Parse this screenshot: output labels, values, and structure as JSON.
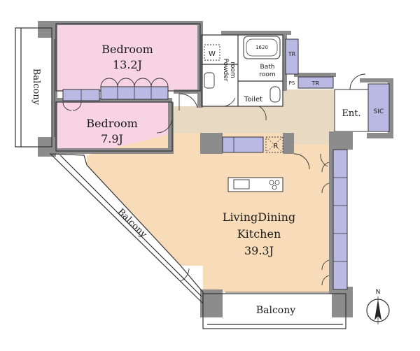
{
  "rooms": {
    "bedroom1": {
      "name": "Bedroom",
      "size": "13.2J"
    },
    "bedroom2": {
      "name": "Bedroom",
      "size": "7.9J"
    },
    "ldk": {
      "line1": "LivingDining",
      "line2": "Kitchen",
      "size": "39.3J"
    },
    "powder": "Powder\nroom",
    "bath": "Bath\nroom",
    "toilet": "Toilet",
    "entrance": "Ent.",
    "sic": "SIC",
    "tr1": "TR",
    "tr2": "TR",
    "ps": "PS",
    "washer": "W",
    "refrigerator": "R",
    "tub": "1620"
  },
  "balconies": {
    "west": "Balcony",
    "diagonal": "Balcony",
    "south": "Balcony"
  },
  "compass": {
    "label": "N"
  },
  "colors": {
    "bedroom": "#f7d3e3",
    "ldk": "#f8dcb9",
    "hall": "#e8d9c2",
    "storage": "#b9b9e3",
    "wall": "#8c8c8c",
    "outline": "#333333"
  }
}
